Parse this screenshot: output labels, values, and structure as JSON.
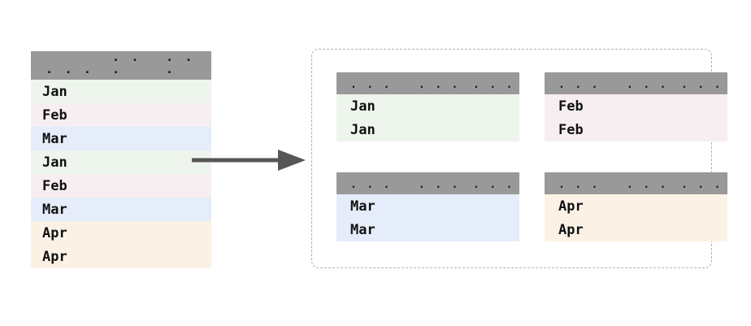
{
  "diagram": {
    "title": "GroupBy split of a table into month groups",
    "ellipsis": ". . .",
    "arrow_name": "split-arrow",
    "colors": {
      "header_bg": "#999999",
      "header_text": "#1a1a1a",
      "cell_text": "#111111",
      "arrow": "#565656",
      "container_border": "#b9b0a6",
      "page_bg": "#ffffff",
      "tint_jan": "#eef5ec",
      "tint_feb": "#f7eef2",
      "tint_mar": "#e5ecfa",
      "tint_apr": "#fbf2e5"
    }
  },
  "source_table": {
    "name": "source-table",
    "headers": [
      ". . .",
      ". . .",
      ". . ."
    ],
    "rows": [
      {
        "label": "Jan",
        "tint": "#eef5ec"
      },
      {
        "label": "Feb",
        "tint": "#f7eef2"
      },
      {
        "label": "Mar",
        "tint": "#e5ecfa"
      },
      {
        "label": "Jan",
        "tint": "#eef5ec"
      },
      {
        "label": "Feb",
        "tint": "#f7eef2"
      },
      {
        "label": "Mar",
        "tint": "#e5ecfa"
      },
      {
        "label": "Apr",
        "tint": "#fbf2e5"
      },
      {
        "label": "Apr",
        "tint": "#fbf2e5"
      }
    ]
  },
  "groups": [
    {
      "key": "Jan",
      "name": "group-table-jan",
      "tint": "#eef5ec",
      "headers": [
        ". . .",
        ". . .",
        ". . ."
      ],
      "rows": [
        {
          "label": "Jan"
        },
        {
          "label": "Jan"
        }
      ]
    },
    {
      "key": "Feb",
      "name": "group-table-feb",
      "tint": "#f7eef2",
      "headers": [
        ". . .",
        ". . .",
        ". . ."
      ],
      "rows": [
        {
          "label": "Feb"
        },
        {
          "label": "Feb"
        }
      ]
    },
    {
      "key": "Mar",
      "name": "group-table-mar",
      "tint": "#e5ecfa",
      "headers": [
        ". . .",
        ". . .",
        ". . ."
      ],
      "rows": [
        {
          "label": "Mar"
        },
        {
          "label": "Mar"
        }
      ]
    },
    {
      "key": "Apr",
      "name": "group-table-apr",
      "tint": "#fbf2e5",
      "headers": [
        ". . .",
        ". . .",
        ". . ."
      ],
      "rows": [
        {
          "label": "Apr"
        },
        {
          "label": "Apr"
        }
      ]
    }
  ]
}
